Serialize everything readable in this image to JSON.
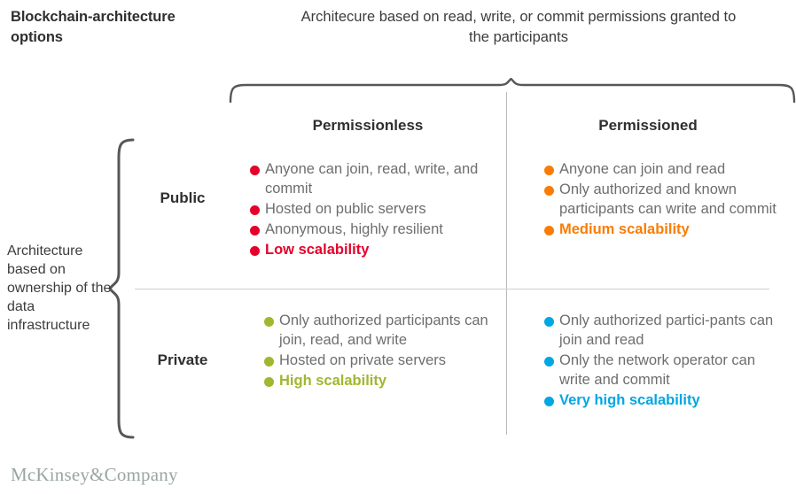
{
  "corner_title": "Blockchain-architecture options",
  "top_caption": "Architecure based on read, write, or commit permissions granted to the participants",
  "side_caption": "Architecture based on ownership of the data infrastructure",
  "columns": [
    {
      "label": "Permissionless"
    },
    {
      "label": "Permissioned"
    }
  ],
  "rows": [
    {
      "label": "Public"
    },
    {
      "label": "Private"
    }
  ],
  "colors": {
    "public_permissionless": "#e4022b",
    "public_permissioned": "#f97d05",
    "private_permissionless": "#a0b72e",
    "private_permissioned": "#00a7e1",
    "body_text": "#6e6e6e",
    "heading_text": "#2f2f2f",
    "brace": "#575757",
    "divider": "#c8c8c8",
    "logo": "#9aa6a4"
  },
  "cells": [
    {
      "id": "public-permissionless",
      "row": "Public",
      "column": "Permissionless",
      "accent": "#e4022b",
      "items": [
        {
          "text": "Anyone can join, read, write, and commit",
          "emphasis": false
        },
        {
          "text": "Hosted on public servers",
          "emphasis": false
        },
        {
          "text": "Anonymous, highly resilient",
          "emphasis": false
        },
        {
          "text": "Low scalability",
          "emphasis": true
        }
      ]
    },
    {
      "id": "public-permissioned",
      "row": "Public",
      "column": "Permissioned",
      "accent": "#f97d05",
      "items": [
        {
          "text": "Anyone can join and read",
          "emphasis": false
        },
        {
          "text": "Only authorized and known participants can write and commit",
          "emphasis": false
        },
        {
          "text": "Medium scalability",
          "emphasis": true
        }
      ]
    },
    {
      "id": "private-permissionless",
      "row": "Private",
      "column": "Permissionless",
      "accent": "#a0b72e",
      "items": [
        {
          "text": "Only authorized participants can join, read, and write",
          "emphasis": false
        },
        {
          "text": "Hosted on private servers",
          "emphasis": false
        },
        {
          "text": "High scalability",
          "emphasis": true
        }
      ]
    },
    {
      "id": "private-permissioned",
      "row": "Private",
      "column": "Permissioned",
      "accent": "#00a7e1",
      "items": [
        {
          "text": "Only authorized partici-pants can join and read",
          "emphasis": false
        },
        {
          "text": "Only the network operator can write and commit",
          "emphasis": false
        },
        {
          "text": "Very high scalability",
          "emphasis": true
        }
      ]
    }
  ],
  "logo": "McKinsey&Company"
}
